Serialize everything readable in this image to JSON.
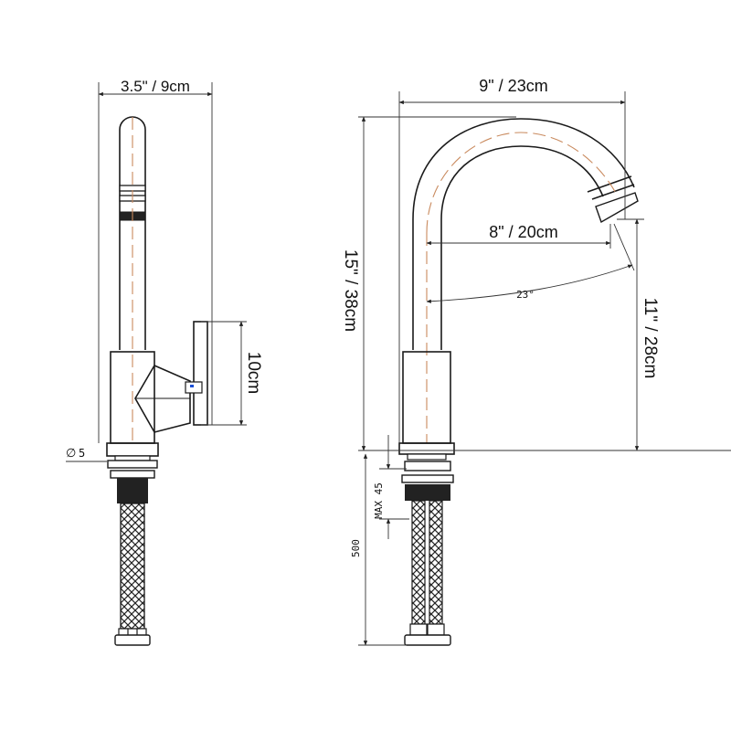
{
  "dimensions": {
    "left_width": "3.5\" / 9cm",
    "lever_height": "10cm",
    "hole_diameter": "5",
    "reach": "9\" / 23cm",
    "spout_reach": "8\" / 20cm",
    "height_total": "15\" / 38cm",
    "height_spout": "11\" / 28cm",
    "angle": "23°",
    "max_thickness": "MAX 45",
    "hose_length": "500"
  },
  "symbols": {
    "diameter": "∅"
  },
  "colors": {
    "centerline": "#c98a5e",
    "outline": "#1a1a1a",
    "accent": "#1a4fd6"
  }
}
